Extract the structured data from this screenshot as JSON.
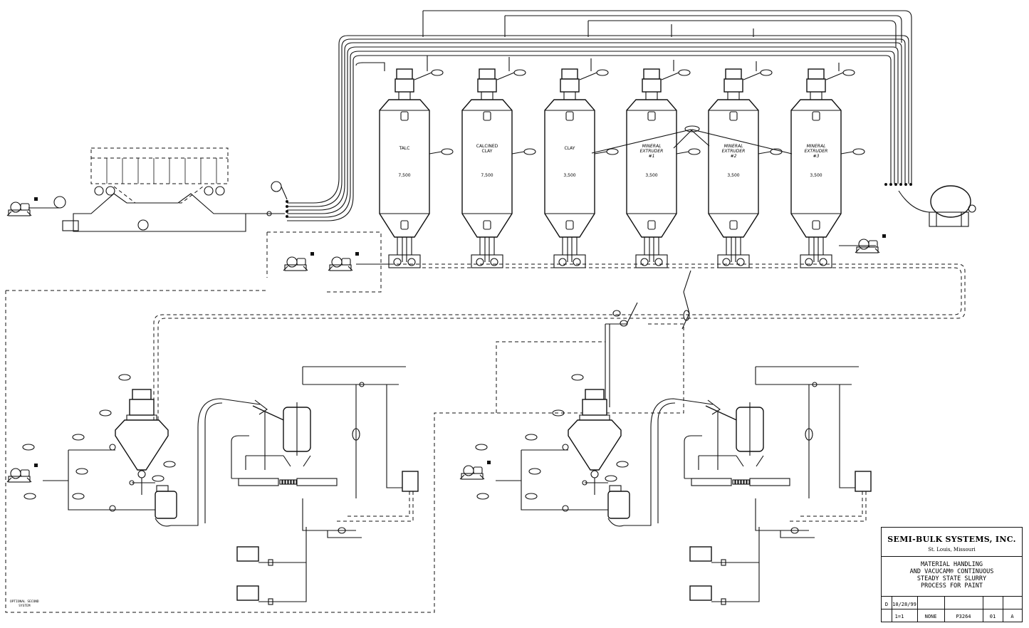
{
  "title_block": {
    "company": "SEMI-BULK SYSTEMS, INC.",
    "location": "St. Louis, Missouri",
    "title_lines": [
      "MATERIAL HANDLING",
      "AND VACUCAM® CONTINUOUS",
      "STEADY STATE SLURRY",
      "PROCESS FOR PAINT"
    ],
    "size": "D",
    "drawn_date": "10/28/99",
    "scale": "1=1",
    "plot_scale": "NONE",
    "drawing_no": "P3264",
    "number": "01",
    "rev": "A"
  },
  "silos": [
    {
      "label": [
        "TALC"
      ],
      "capacity": "7,500"
    },
    {
      "label": [
        "CALCINED",
        "CLAY"
      ],
      "capacity": "7,500"
    },
    {
      "label": [
        "CLAY"
      ],
      "capacity": "3,500"
    },
    {
      "label": [
        "MINERAL",
        "EXTRUDER",
        "#1"
      ],
      "capacity": "3,500"
    },
    {
      "label": [
        "MINERAL",
        "EXTRUDER",
        "#2"
      ],
      "capacity": "3,500"
    },
    {
      "label": [
        "MINERAL",
        "EXTRUDER",
        "#3"
      ],
      "capacity": "3,500"
    }
  ],
  "notes": {
    "optional_second_system": [
      "OPTIONAL SECOND",
      "SYSTEM"
    ]
  }
}
